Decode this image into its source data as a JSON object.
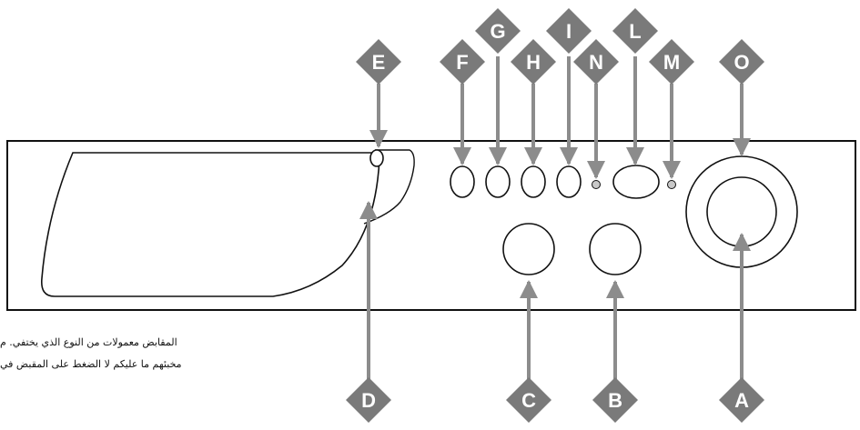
{
  "callouts": [
    {
      "id": "A",
      "label": "A",
      "target": "program selector dial"
    },
    {
      "id": "B",
      "label": "B",
      "target": "right round knob"
    },
    {
      "id": "C",
      "label": "C",
      "target": "left round knob"
    },
    {
      "id": "D",
      "label": "D",
      "target": "detergent drawer"
    },
    {
      "id": "E",
      "label": "E",
      "target": "drawer handle"
    },
    {
      "id": "F",
      "label": "F",
      "target": "button 1"
    },
    {
      "id": "G",
      "label": "G",
      "target": "button 2"
    },
    {
      "id": "H",
      "label": "H",
      "target": "button 3"
    },
    {
      "id": "I",
      "label": "I",
      "target": "button 4"
    },
    {
      "id": "N",
      "label": "N",
      "target": "left indicator light"
    },
    {
      "id": "L",
      "label": "L",
      "target": "start button"
    },
    {
      "id": "M",
      "label": "M",
      "target": "right indicator light"
    },
    {
      "id": "O",
      "label": "O",
      "target": "dial outer ring"
    }
  ],
  "notes": {
    "line1": "المقابض معمولات من النوع الذي يختفي. م",
    "line2": "مخبئهم ما عليكم لا الضغط على المقبض في"
  },
  "colors": {
    "marker": "#7a7a7a",
    "arrow": "#8c8c8c",
    "outline": "#111111"
  }
}
